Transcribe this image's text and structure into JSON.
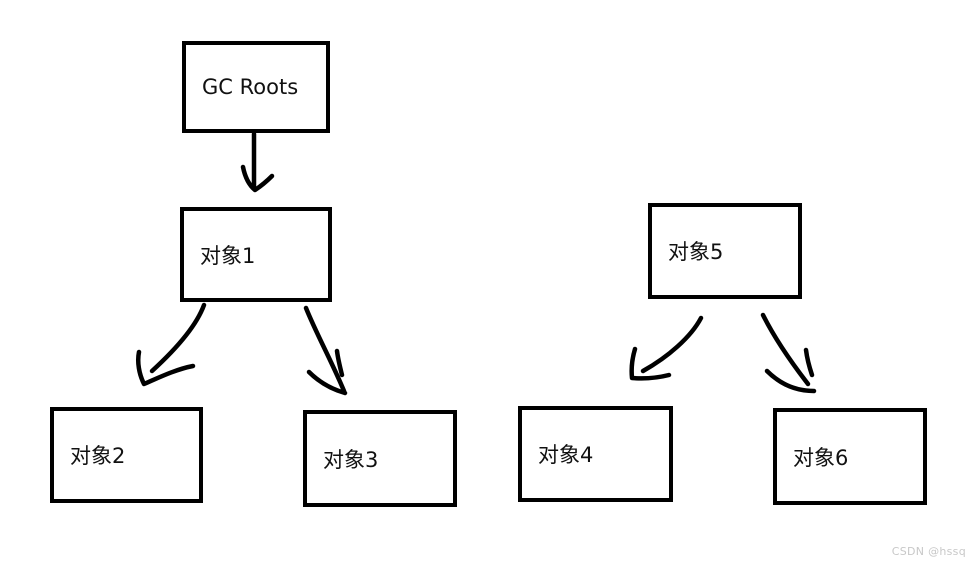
{
  "nodes": {
    "gc_roots": {
      "id": "gc_roots",
      "label": "GC Roots"
    },
    "obj1": {
      "id": "obj1",
      "label": "对象1"
    },
    "obj2": {
      "id": "obj2",
      "label": "对象2"
    },
    "obj3": {
      "id": "obj3",
      "label": "对象3"
    },
    "obj4": {
      "id": "obj4",
      "label": "对象4"
    },
    "obj5": {
      "id": "obj5",
      "label": "对象5"
    },
    "obj6": {
      "id": "obj6",
      "label": "对象6"
    }
  },
  "edges": [
    {
      "from": "gc_roots",
      "to": "obj1",
      "style": "straight-hand-drawn-arrow"
    },
    {
      "from": "obj1",
      "to": "obj2",
      "style": "curved-hand-drawn-arrow"
    },
    {
      "from": "obj1",
      "to": "obj3",
      "style": "curved-hand-drawn-arrow"
    },
    {
      "from": "obj5",
      "to": "obj4",
      "style": "curved-hand-drawn-arrow"
    },
    {
      "from": "obj5",
      "to": "obj6",
      "style": "curved-hand-drawn-arrow"
    }
  ],
  "watermark": {
    "text": "CSDN @hssq"
  },
  "colors": {
    "background": "#ffffff",
    "box_border": "#000000",
    "arrow_stroke": "#000000",
    "text": "#111111",
    "watermark": "#c8c8c8"
  }
}
